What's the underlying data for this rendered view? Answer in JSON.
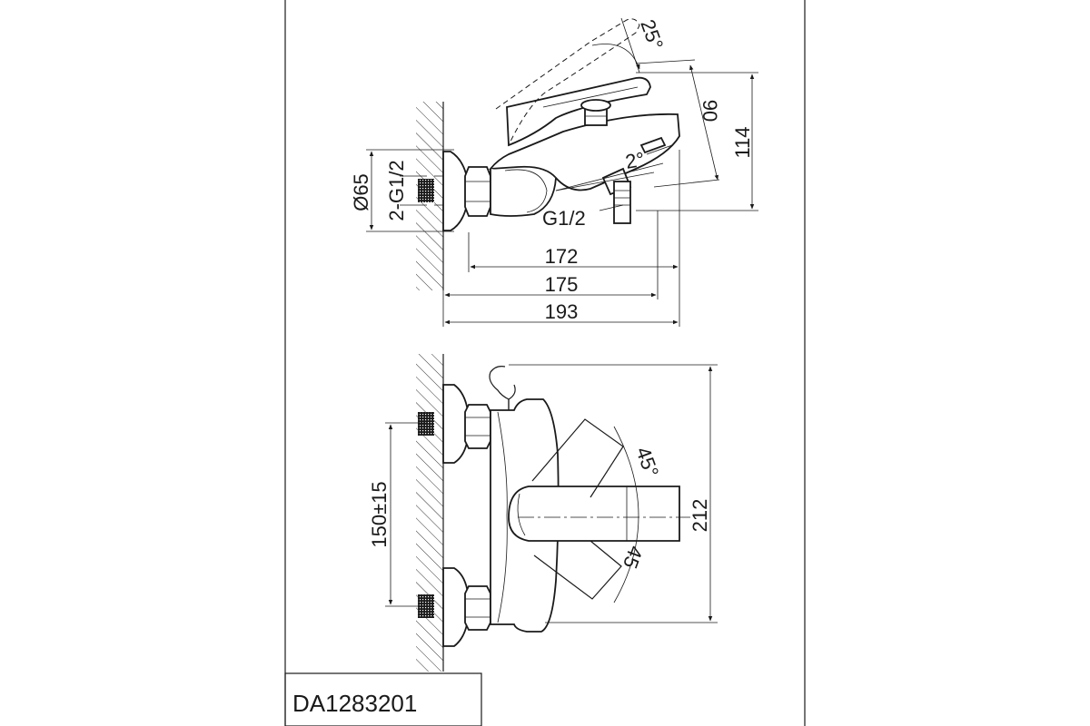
{
  "drawing": {
    "side_view": {
      "dim_tilt_angle": "25°",
      "dim_spout_height": "90",
      "dim_total_height": "114",
      "dim_spout_angle": "2°",
      "dim_diameter": "Ø65",
      "dim_inlet_thread": "2-G1/2",
      "dim_outlet_thread": "G1/2",
      "dim_length_172": "172",
      "dim_length_175": "175",
      "dim_length_193": "193"
    },
    "front_view": {
      "dim_centers": "150±15",
      "dim_rotate_up": "45°",
      "dim_rotate_down": "45",
      "dim_width": "212"
    },
    "title_block": {
      "model_code": "DA1283201"
    }
  }
}
